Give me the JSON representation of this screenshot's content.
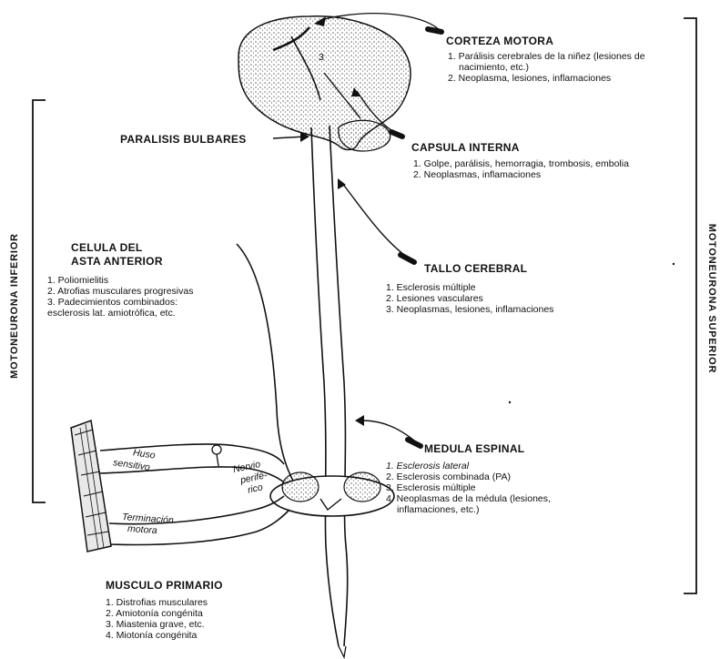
{
  "motoneurona_superior": "MOTONEURONA SUPERIOR",
  "motoneurona_inferior": "MOTONEURONA INFERIOR",
  "corteza": {
    "title": "CORTEZA MOTORA",
    "items": [
      "1. Parálisis cerebrales de la niñez (lesiones de nacimiento, etc.)",
      "2. Neoplasma, lesiones, inflamaciones"
    ]
  },
  "paralisis_bulbares": "PARALISIS BULBARES",
  "capsula": {
    "title": "CAPSULA INTERNA",
    "items": [
      "1. Golpe, parálisis, hemorragia, trombosis, embolia",
      "2. Neoplasmas, inflamaciones"
    ]
  },
  "celula": {
    "title_line1": "CELULA DEL",
    "title_line2": "ASTA ANTERIOR",
    "items": [
      "1.  Poliomielitis",
      "2.  Atrofias musculares progresivas",
      "3.  Padecimientos combinados:",
      "esclerosis lat. amiotrófica, etc."
    ]
  },
  "tallo": {
    "title": "TALLO CEREBRAL",
    "items": [
      "1. Esclerosis múltiple",
      "2. Lesiones vasculares",
      "3. Neoplasmas, lesiones, inflamaciones"
    ]
  },
  "medula": {
    "title": "MEDULA ESPINAL",
    "items": [
      "1. Esclerosis lateral",
      "2. Esclerosis combinada (PA)",
      "3. Esclerosis múltiple",
      "4. Neoplasmas de la médula (lesiones, inflamaciones, etc.)"
    ]
  },
  "musculo": {
    "title": "MUSCULO PRIMARIO",
    "items": [
      "1. Distrofias musculares",
      "2. Amiotonía congénita",
      "3. Miastenia grave, etc.",
      "4. Miotonía congénita"
    ]
  },
  "nervio": [
    "Nervio",
    "perifé-",
    "rico"
  ],
  "huso": [
    "Huso",
    "sensitivo"
  ],
  "terminacion": [
    "Terminación",
    "motora"
  ],
  "cortex_number": "3"
}
